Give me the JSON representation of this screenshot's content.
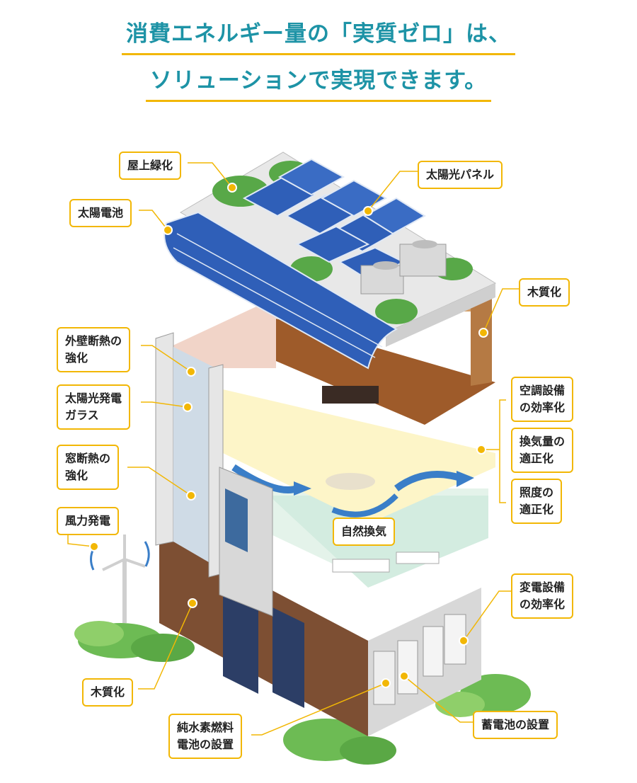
{
  "heading": {
    "line1": "消費エネルギー量の「実質ゼロ」は、",
    "line2": "ソリューションで実現できます。"
  },
  "callouts": [
    {
      "id": "rooftop-greening",
      "lines": [
        "屋上緑化"
      ]
    },
    {
      "id": "solar-panel",
      "lines": [
        "太陽光パネル"
      ]
    },
    {
      "id": "solar-cell",
      "lines": [
        "太陽電池"
      ]
    },
    {
      "id": "wood-upper",
      "lines": [
        "木質化"
      ]
    },
    {
      "id": "exterior-insulation",
      "lines": [
        "外壁断熱の",
        "強化"
      ]
    },
    {
      "id": "solar-glass",
      "lines": [
        "太陽光発電",
        "ガラス"
      ]
    },
    {
      "id": "hvac-efficiency",
      "lines": [
        "空調設備",
        "の効率化"
      ]
    },
    {
      "id": "ventilation",
      "lines": [
        "換気量の",
        "適正化"
      ]
    },
    {
      "id": "window-insulation",
      "lines": [
        "窓断熱の",
        "強化"
      ]
    },
    {
      "id": "lighting",
      "lines": [
        "照度の",
        "適正化"
      ]
    },
    {
      "id": "wind-power",
      "lines": [
        "風力発電"
      ]
    },
    {
      "id": "natural-ventilation",
      "lines": [
        "自然換気"
      ]
    },
    {
      "id": "transformer-efficiency",
      "lines": [
        "変電設備",
        "の効率化"
      ]
    },
    {
      "id": "wood-lower",
      "lines": [
        "木質化"
      ]
    },
    {
      "id": "battery",
      "lines": [
        "蓄電池の設置"
      ]
    },
    {
      "id": "fuel-cell",
      "lines": [
        "純水素燃料",
        "電池の設置"
      ]
    }
  ],
  "colors": {
    "accent": "#f2b705",
    "heading": "#1d93a6",
    "solar": "#2f5fb8",
    "wood": "#8a5a3a",
    "green": "#58a848"
  }
}
